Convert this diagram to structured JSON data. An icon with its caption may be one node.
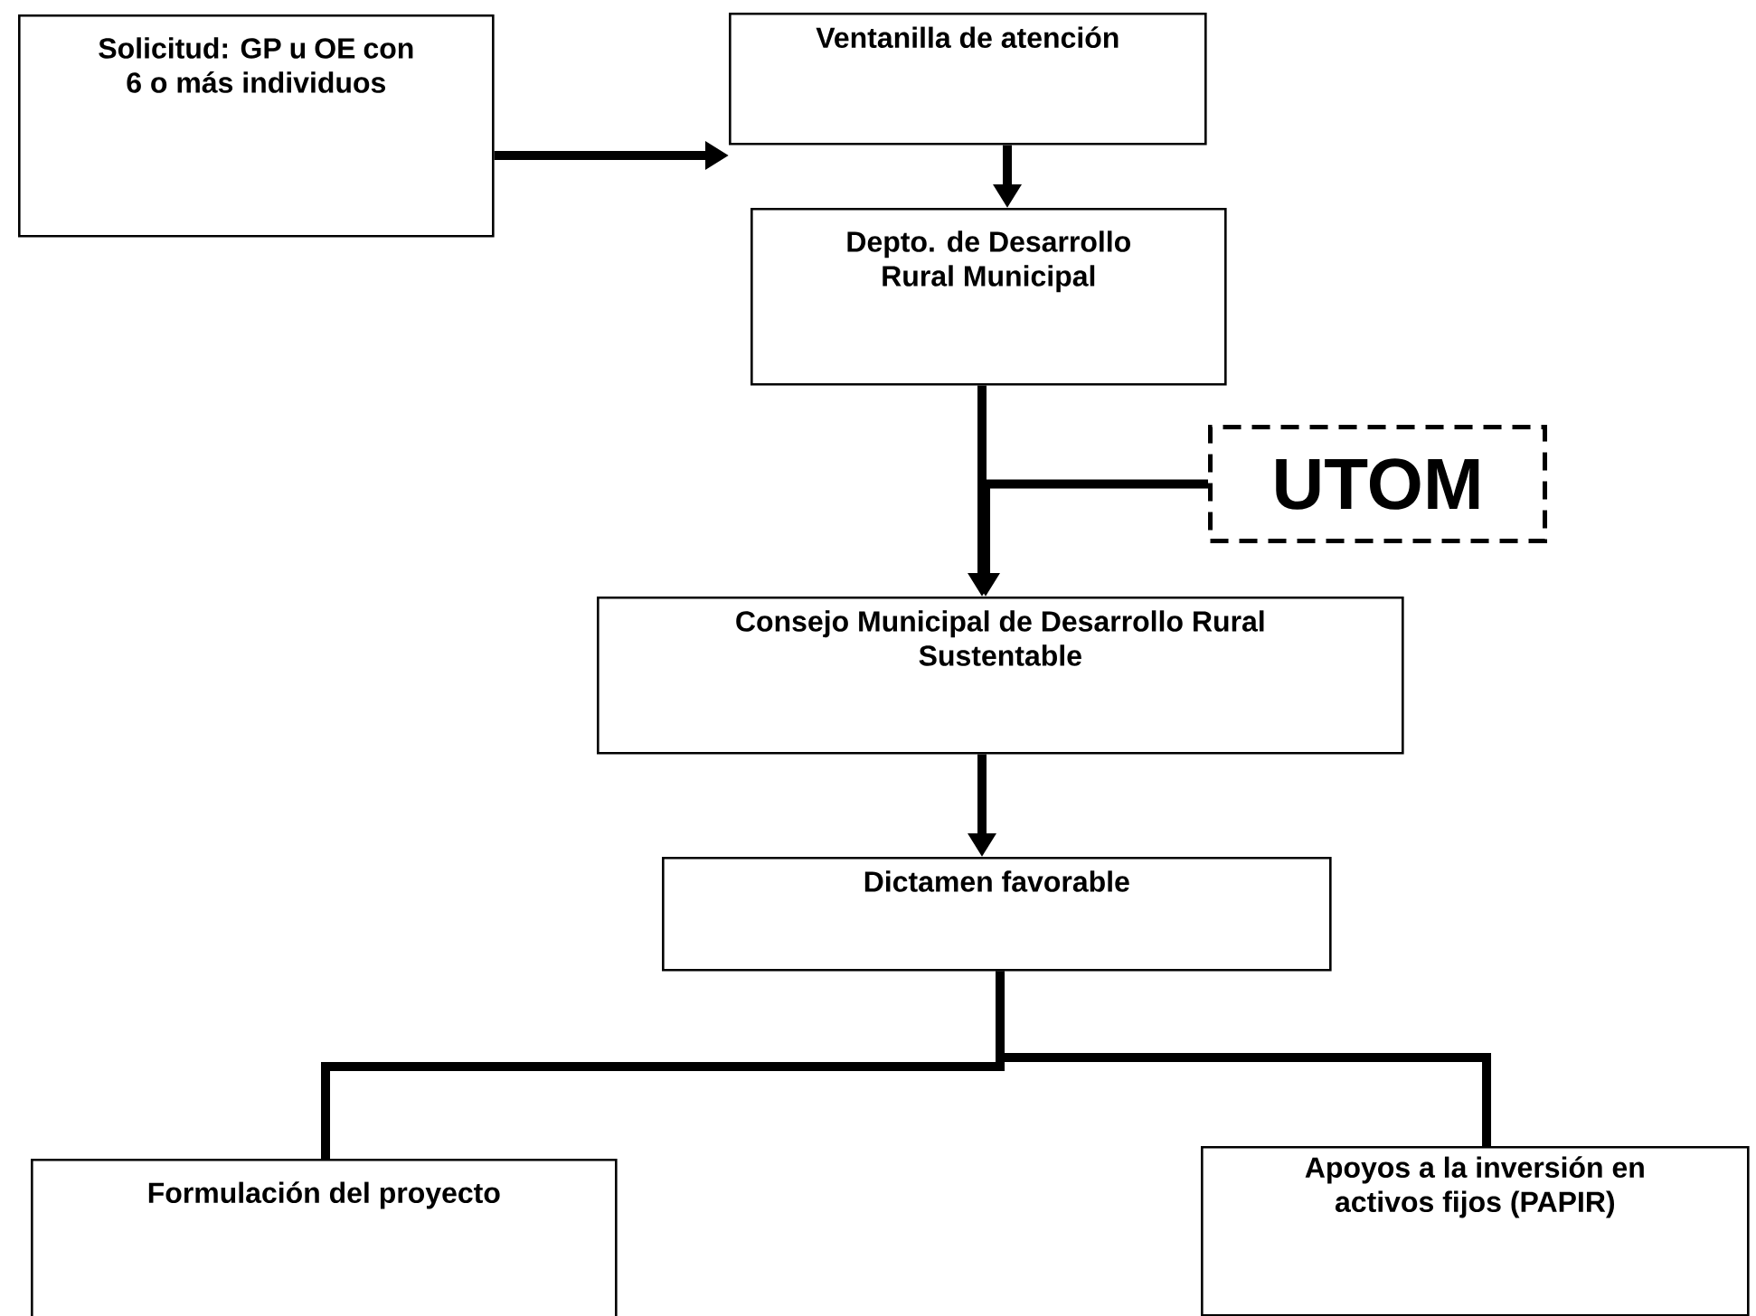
{
  "diagram": {
    "nodes": [
      {
        "text": [
          "Solicitud: GP u OE con 6 o más individuos"
        ]
      },
      {
        "text": [
          "Ventanilla de atención"
        ]
      },
      {
        "text": [
          "Depto. de Desarrollo Rural Municipal"
        ]
      },
      {
        "text": [
          "UTOM"
        ]
      },
      {
        "text": [
          "Consejo Municipal de Desarrollo Rural Sustentable"
        ]
      },
      {
        "text": [
          "Dictamen favorable"
        ]
      },
      {
        "text": [
          "Formulación del proyecto"
        ]
      },
      {
        "text": [
          "Apoyos a la inversión en activos fijos (PAPIR)"
        ]
      }
    ],
    "edges": [
      {
        "from": 0,
        "to": 1,
        "arrow": "to"
      },
      {
        "from": 1,
        "to": 2,
        "arrow": "to"
      },
      {
        "from": 2,
        "to": 4,
        "arrow": "to"
      },
      {
        "from": 3,
        "to": 4,
        "arrow": "to"
      },
      {
        "from": 4,
        "to": 5,
        "arrow": "to"
      },
      {
        "from": 5,
        "to": 6,
        "arrow": "none"
      },
      {
        "from": 5,
        "to": 7,
        "arrow": "none"
      }
    ]
  }
}
